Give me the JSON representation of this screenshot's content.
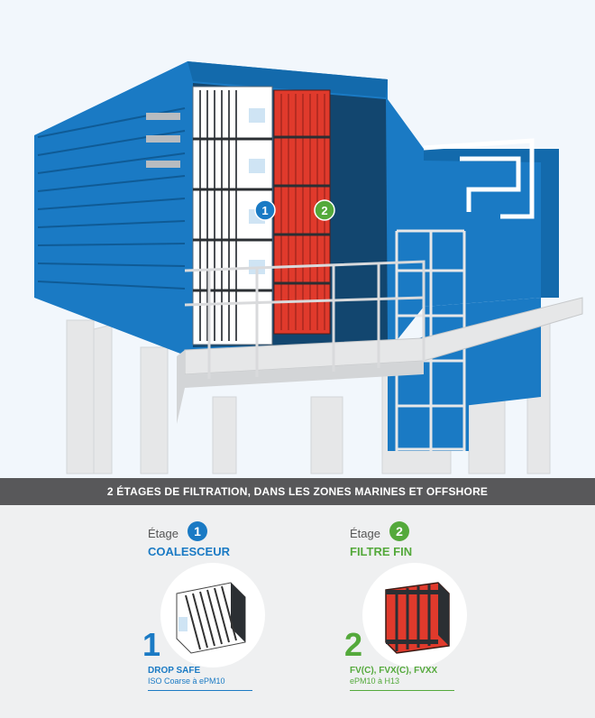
{
  "banner": {
    "title": "2 ÉTAGES DE FILTRATION, DANS LES ZONES MARINES ET OFFSHORE"
  },
  "diagram": {
    "markers": [
      {
        "label": "1",
        "color": "#1a7ac4"
      },
      {
        "label": "2",
        "color": "#54a93b"
      }
    ],
    "colors": {
      "housing": "#1a7ac4",
      "structure": "#e6e7e8",
      "stage_one_filter": "#ffffff",
      "stage_two_filter": "#e03a2c"
    }
  },
  "stages": [
    {
      "etage_label": "Étage",
      "number": "1",
      "type": "COALESCEUR",
      "model": "DROP SAFE",
      "rating": "ISO Coarse à ePM10",
      "color": "#1a7ac4"
    },
    {
      "etage_label": "Étage",
      "number": "2",
      "type": "FILTRE FIN",
      "model": "FV(C), FVX(C), FVXX",
      "rating": "ePM10 à H13",
      "color": "#54a93b"
    }
  ]
}
